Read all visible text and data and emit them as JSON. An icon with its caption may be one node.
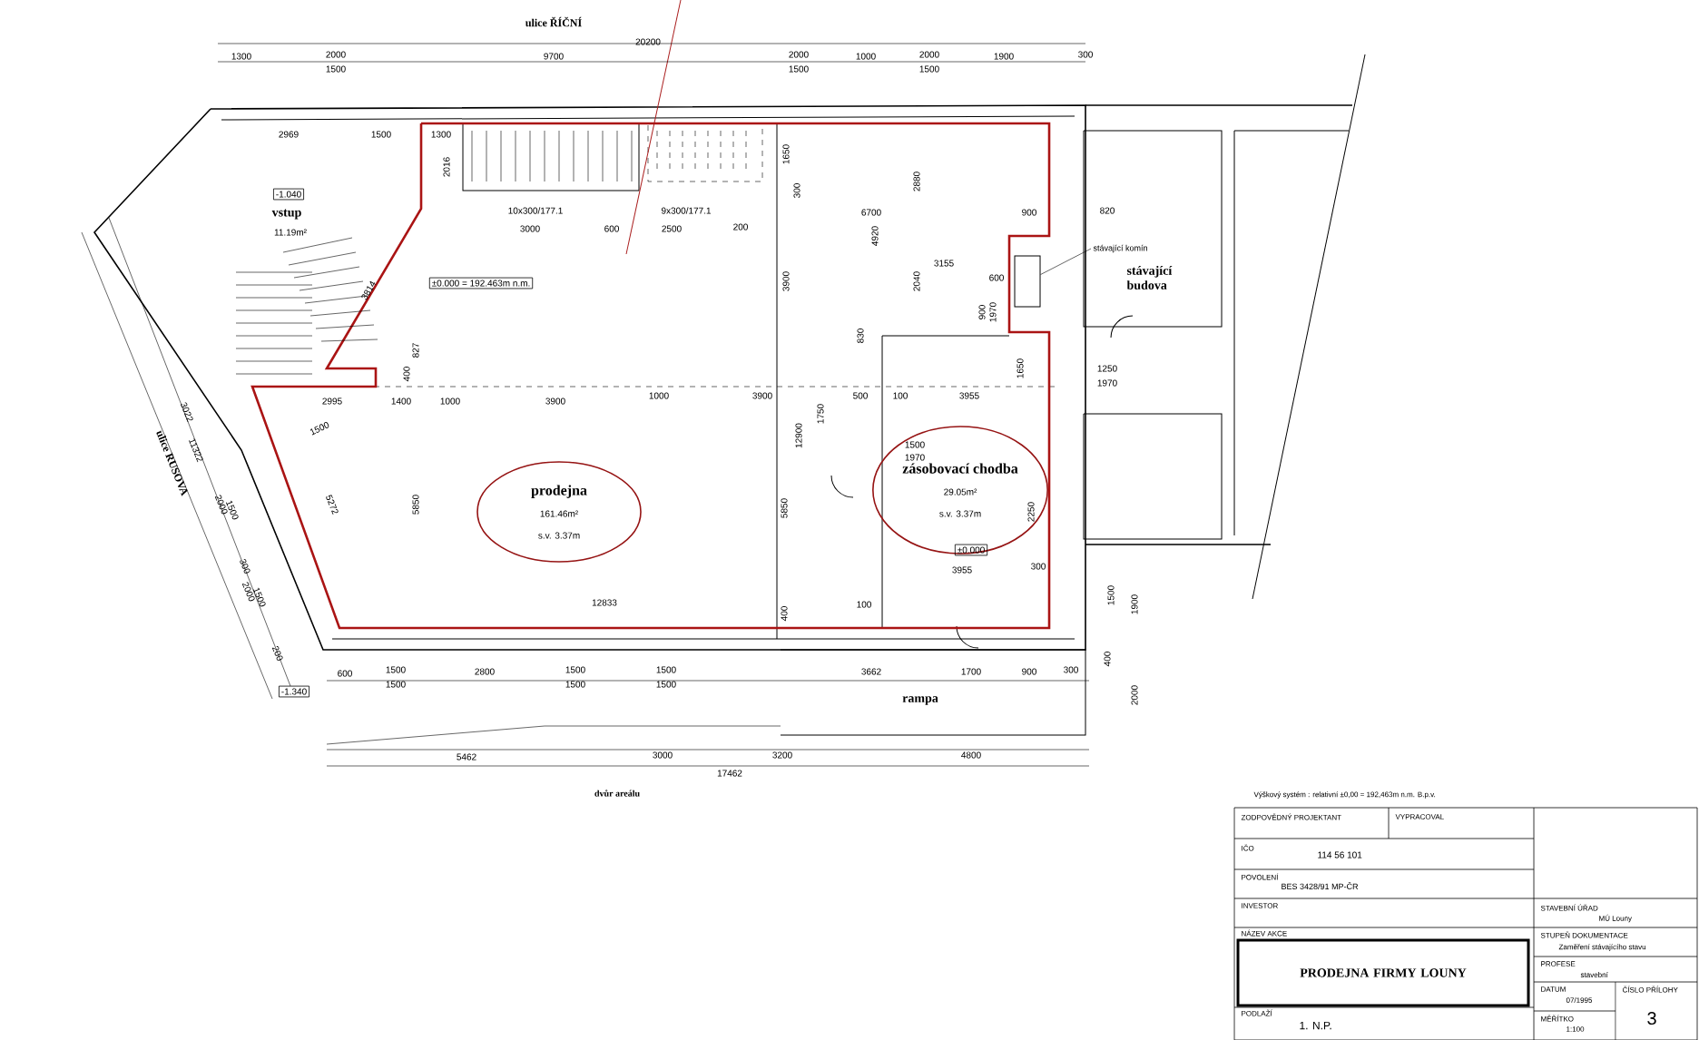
{
  "diagram": {
    "nodes": [
      {
        "text": [
          "prodejna",
          "161.46m²",
          "s.v. 3.37m"
        ]
      },
      {
        "text": [
          "zásobovací chodba",
          "29.05m²",
          "s.v. 3.37m"
        ]
      },
      {
        "text": [
          "-1.040"
        ]
      },
      {
        "text": [
          "±0.000 = 192.463m n.m."
        ]
      },
      {
        "text": [
          "±0.000"
        ],
        "in": 1
      },
      {
        "text": [
          "-1.340"
        ]
      },
      {
        "text": [
          "stávající komín"
        ]
      },
      {
        "text": [],
        "shape": "box"
      },
      {
        "text": [
          "PRODEJNA FIRMY LOUNY"
        ]
      }
    ],
    "edges": [
      {
        "from": 6,
        "to": 7,
        "arrow": "none"
      }
    ],
    "labels": [
      "ulice ŘÍČNÍ",
      "vstup",
      "11.19m²",
      "stávající budova",
      "ulice RUSOVA",
      "rampa",
      "dvůr areálu",
      "20200",
      "1300",
      "2000",
      "1500",
      "9700",
      "2000",
      "1500",
      "1000",
      "2000",
      "1500",
      "1900",
      "300",
      "2969",
      "1500",
      "1300",
      "2016",
      "10x300/177.1",
      "3000",
      "9x300/177.1",
      "600",
      "2500",
      "200",
      "1650",
      "300",
      "6700",
      "2880",
      "900",
      "820",
      "4920",
      "3155",
      "3900",
      "2040",
      "600",
      "900",
      "1970",
      "3814",
      "827",
      "400",
      "830",
      "1250",
      "1970",
      "2995",
      "1400",
      "1000",
      "3900",
      "1000",
      "3900",
      "500",
      "100",
      "3955",
      "1650",
      "1500",
      "12900",
      "1750",
      "1500",
      "1970",
      "5272",
      "5850",
      "5850",
      "3022",
      "11322",
      "2000",
      "1500",
      "300",
      "2000",
      "1500",
      "200",
      "2250",
      "3955",
      "300",
      "12833",
      "100",
      "400",
      "600",
      "1500",
      "1500",
      "2800",
      "1500",
      "1500",
      "1500",
      "1500",
      "3662",
      "1700",
      "900",
      "300",
      "1500",
      "1900",
      "400",
      "2000",
      "5462",
      "3000",
      "3200",
      "4800",
      "17462",
      "Výškový systém : relativní ±0,00 = 192,463m n.m. B.p.v.",
      "ZODPOVĚDNÝ PROJEKTANT",
      "VYPRACOVAL",
      "IČO",
      "114 56 101",
      "POVOLENÍ",
      "BES 3428/91 MP-ČR",
      "INVESTOR",
      "NÁZEV AKCE",
      "STAVEBNÍ ÚŘAD",
      "MÚ Louny",
      "STUPEŇ DOKUMENTACE",
      "Zaměření stávajícího stavu",
      "PROFESE",
      "stavební",
      "DATUM",
      "07/1995",
      "ČÍSLO PŘÍLOHY",
      "3",
      "MĚŘÍTKO",
      "1:100",
      "PODLAŽÍ",
      "1. N.P."
    ]
  }
}
